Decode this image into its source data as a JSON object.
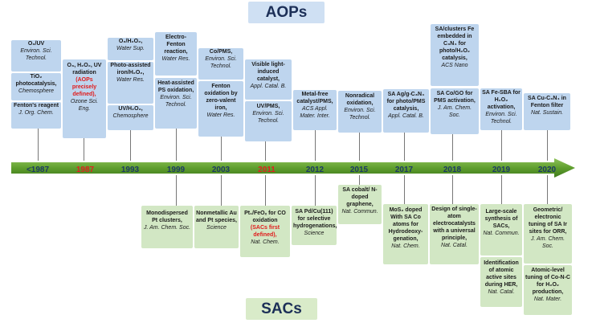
{
  "headers": {
    "aops": "AOPs",
    "sacs": "SACs"
  },
  "years": [
    {
      "label": "<1987",
      "highlight": false
    },
    {
      "label": "1987",
      "highlight": true
    },
    {
      "label": "1993",
      "highlight": false
    },
    {
      "label": "1999",
      "highlight": false
    },
    {
      "label": "2003",
      "highlight": false
    },
    {
      "label": "2011",
      "highlight": true
    },
    {
      "label": "2012",
      "highlight": false
    },
    {
      "label": "2015",
      "highlight": false
    },
    {
      "label": "2017",
      "highlight": false
    },
    {
      "label": "2018",
      "highlight": false
    },
    {
      "label": "2019",
      "highlight": false
    },
    {
      "label": "2020",
      "highlight": false
    }
  ],
  "aops_events": {
    "y1987_pre_a": {
      "title": "O₃/UV",
      "journal": "Environ. Sci. Technol."
    },
    "y1987_pre_b": {
      "title": "TiO₂ photocatalysis,",
      "journal": "Chemosphere"
    },
    "y1987_pre_c": {
      "title": "Fenton's reagent",
      "journal": "J. Org. Chem."
    },
    "y1987": {
      "title": "O₃, H₂O₂, UV radiation",
      "note": "(AOPs precisely defined),",
      "journal": "Ozone Sci. Eng."
    },
    "y1993_a": {
      "title": "O₃/H₂O₂,",
      "journal": "Water Sup."
    },
    "y1993_b": {
      "title": "Photo-assisted iron/H₂O₂,",
      "journal": "Water Res."
    },
    "y1993_c": {
      "title": "UV/H₂O₂,",
      "journal": "Chemosphere"
    },
    "y1999_a": {
      "title": "Electro-Fenton reaction,",
      "journal": "Water Res."
    },
    "y1999_b": {
      "title": "Heat-assisted PS oxidation,",
      "journal": "Environ. Sci. Technol."
    },
    "y2003_a": {
      "title": "Co/PMS,",
      "journal": "Environ. Sci. Technol."
    },
    "y2003_b": {
      "title": "Fenton oxidation by zero-valent iron,",
      "journal": "Water Res."
    },
    "y2011_a": {
      "title": "Visible light-induced catalyst,",
      "journal": "Appl. Catal. B."
    },
    "y2011_b": {
      "title": "UV/PMS,",
      "journal": "Environ. Sci. Technol."
    },
    "y2012": {
      "title": "Metal-free catalyst/PMS,",
      "journal": "ACS Appl. Mater. Inter."
    },
    "y2015": {
      "title": "Nonradical oxidation,",
      "journal": "Environ. Sci. Technol."
    },
    "y2017": {
      "title": "SA Ag/g-C₃N₄ for photo/PMS catalysis,",
      "journal": "Appl. Catal. B."
    },
    "y2018_a": {
      "title": "SA/clusters Fe embedded in C₃N₄ for photo/H₂O₂ catalysis,",
      "journal": "ACS Nano"
    },
    "y2018_b": {
      "title": "SA Co/GO for PMS activation,",
      "journal": "J. Am. Chem. Soc."
    },
    "y2019": {
      "title": "SA Fe-SBA for H₂O₂ activation,",
      "journal": "Environ. Sci. Technol."
    },
    "y2020": {
      "title": "SA Cu-C₃N₄ in Fenton filter",
      "journal": "Nat. Sustain."
    }
  },
  "sacs_events": {
    "y1999": {
      "title": "Monodispersed Pt clusters,",
      "journal": "J. Am. Chem. Soc."
    },
    "y2003": {
      "title": "Nonmetallic Au and Pt species,",
      "journal": "Science"
    },
    "y2011": {
      "title": "Pt₁/FeOₓ for CO oxidation",
      "note": "(SACs first defined),",
      "journal": "Nat. Chem."
    },
    "y2012": {
      "title": "SA Pd/Cu(111) for selective hydrogenations,",
      "journal": "Science"
    },
    "y2015": {
      "title": "SA cobalt/ N-doped graphene,",
      "journal": "Nat. Commun."
    },
    "y2017": {
      "title": "MoS₂ doped With SA Co atoms for Hydrodeoxy-genation,",
      "journal": "Nat. Chem."
    },
    "y2018": {
      "title": "Design of single-atom electrocatalysts with a universal principle,",
      "journal": "Nat. Catal."
    },
    "y2019_a": {
      "title": "Large-scale synthesis of SACs,",
      "journal": "Nat. Commun."
    },
    "y2019_b": {
      "title": "Identification of atomic active sites during HER,",
      "journal": "Nat. Catal."
    },
    "y2020_a": {
      "title": "Geometric/ electronic tuning of SA Ir sites for ORR,",
      "journal": "J. Am. Chem. Soc."
    },
    "y2020_b": {
      "title": "Atomic-level tuning of Co-N-C for H₂O₂ production,",
      "journal": "Nat. Mater."
    }
  }
}
